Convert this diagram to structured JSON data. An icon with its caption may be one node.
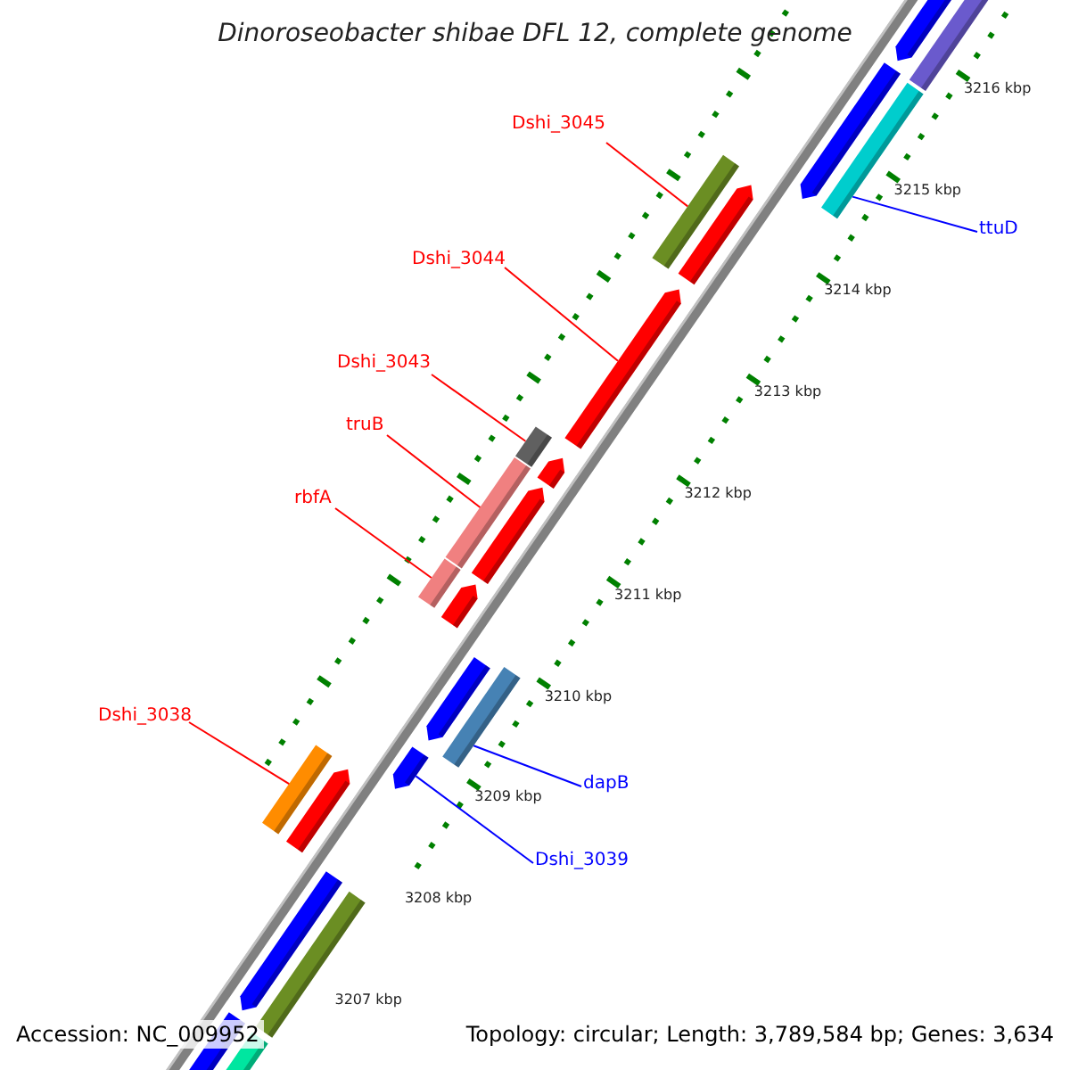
{
  "diagram": {
    "title": "Dinoroseobacter shibae DFL 12, complete genome",
    "nodes": [
      {
        "text": [
          "Dshi_3045"
        ]
      },
      {
        "text": [
          "ttuD"
        ]
      },
      {
        "text": [
          "Dshi_3044"
        ]
      },
      {
        "text": [
          "Dshi_3043"
        ]
      },
      {
        "text": [
          "truB"
        ]
      },
      {
        "text": [
          "rbfA"
        ]
      },
      {
        "text": [
          "Dshi_3038"
        ]
      },
      {
        "text": [
          "dapB"
        ]
      },
      {
        "text": [
          "Dshi_3039"
        ]
      },
      {
        "text": [],
        "shape": "bar"
      },
      {
        "text": [],
        "shape": "bar"
      },
      {
        "text": [],
        "shape": "bar"
      },
      {
        "text": [],
        "shape": "bar"
      },
      {
        "text": [],
        "shape": "bar"
      },
      {
        "text": [],
        "shape": "bar"
      },
      {
        "text": [],
        "shape": "bar"
      },
      {
        "text": [],
        "shape": "bar"
      },
      {
        "text": [],
        "shape": "bar"
      }
    ],
    "edges": [
      {
        "from": 0,
        "to": 9,
        "arrow": "none"
      },
      {
        "from": 1,
        "to": 10,
        "arrow": "none",
        "color": "#0000ff"
      },
      {
        "from": 2,
        "to": 11,
        "arrow": "none"
      },
      {
        "from": 3,
        "to": 12,
        "arrow": "none"
      },
      {
        "from": 4,
        "to": 13,
        "arrow": "none"
      },
      {
        "from": 5,
        "to": 14,
        "arrow": "none"
      },
      {
        "from": 6,
        "to": 15,
        "arrow": "none"
      },
      {
        "from": 7,
        "to": 16,
        "arrow": "none",
        "color": "#0000ff"
      },
      {
        "from": 8,
        "to": 17,
        "arrow": "none",
        "color": "#0000ff"
      }
    ],
    "labels": [
      "3216 kbp",
      "3215 kbp",
      "3214 kbp",
      "3213 kbp",
      "3212 kbp",
      "3211 kbp",
      "3210 kbp",
      "3209 kbp",
      "3208 kbp",
      "3207 kbp",
      "Accession: NC_009952",
      "Topology: circular; Length: 3,789,584 bp; Genes: 3,634"
    ]
  }
}
